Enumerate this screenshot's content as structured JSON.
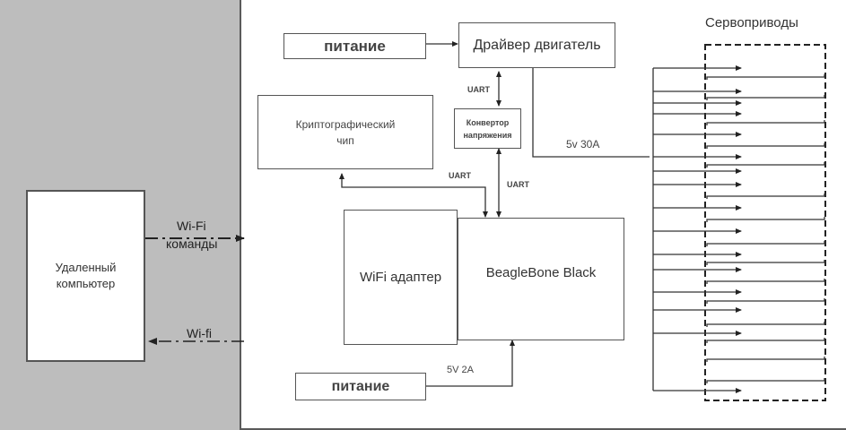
{
  "remote_computer": {
    "label_line1": "Удаленный",
    "label_line2": "компьютер"
  },
  "links": {
    "wifi_commands_line1": "Wi-Fi",
    "wifi_commands_line2": "команды",
    "wifi_return": "Wi-fi"
  },
  "blocks": {
    "power_top": "питание",
    "motor_driver": "Драйвер двигатель",
    "crypto_chip_line1": "Криптографический",
    "crypto_chip_line2": "чип",
    "converter_line1": "Конвертор",
    "converter_line2": "напряжения",
    "wifi_adapter": "WiFi адаптер",
    "beaglebone": "BeagleBone Black",
    "power_bottom": "питание",
    "servos_title": "Сервоприводы"
  },
  "edge_labels": {
    "uart_driver_converter": "UART",
    "uart_crypto": "UART",
    "uart_converter_bbb": "UART",
    "power_servo": "5v 30A",
    "power_bbb": "5V 2A"
  },
  "servo_bus": {
    "signal_lines": 16,
    "return_lines": 15
  }
}
